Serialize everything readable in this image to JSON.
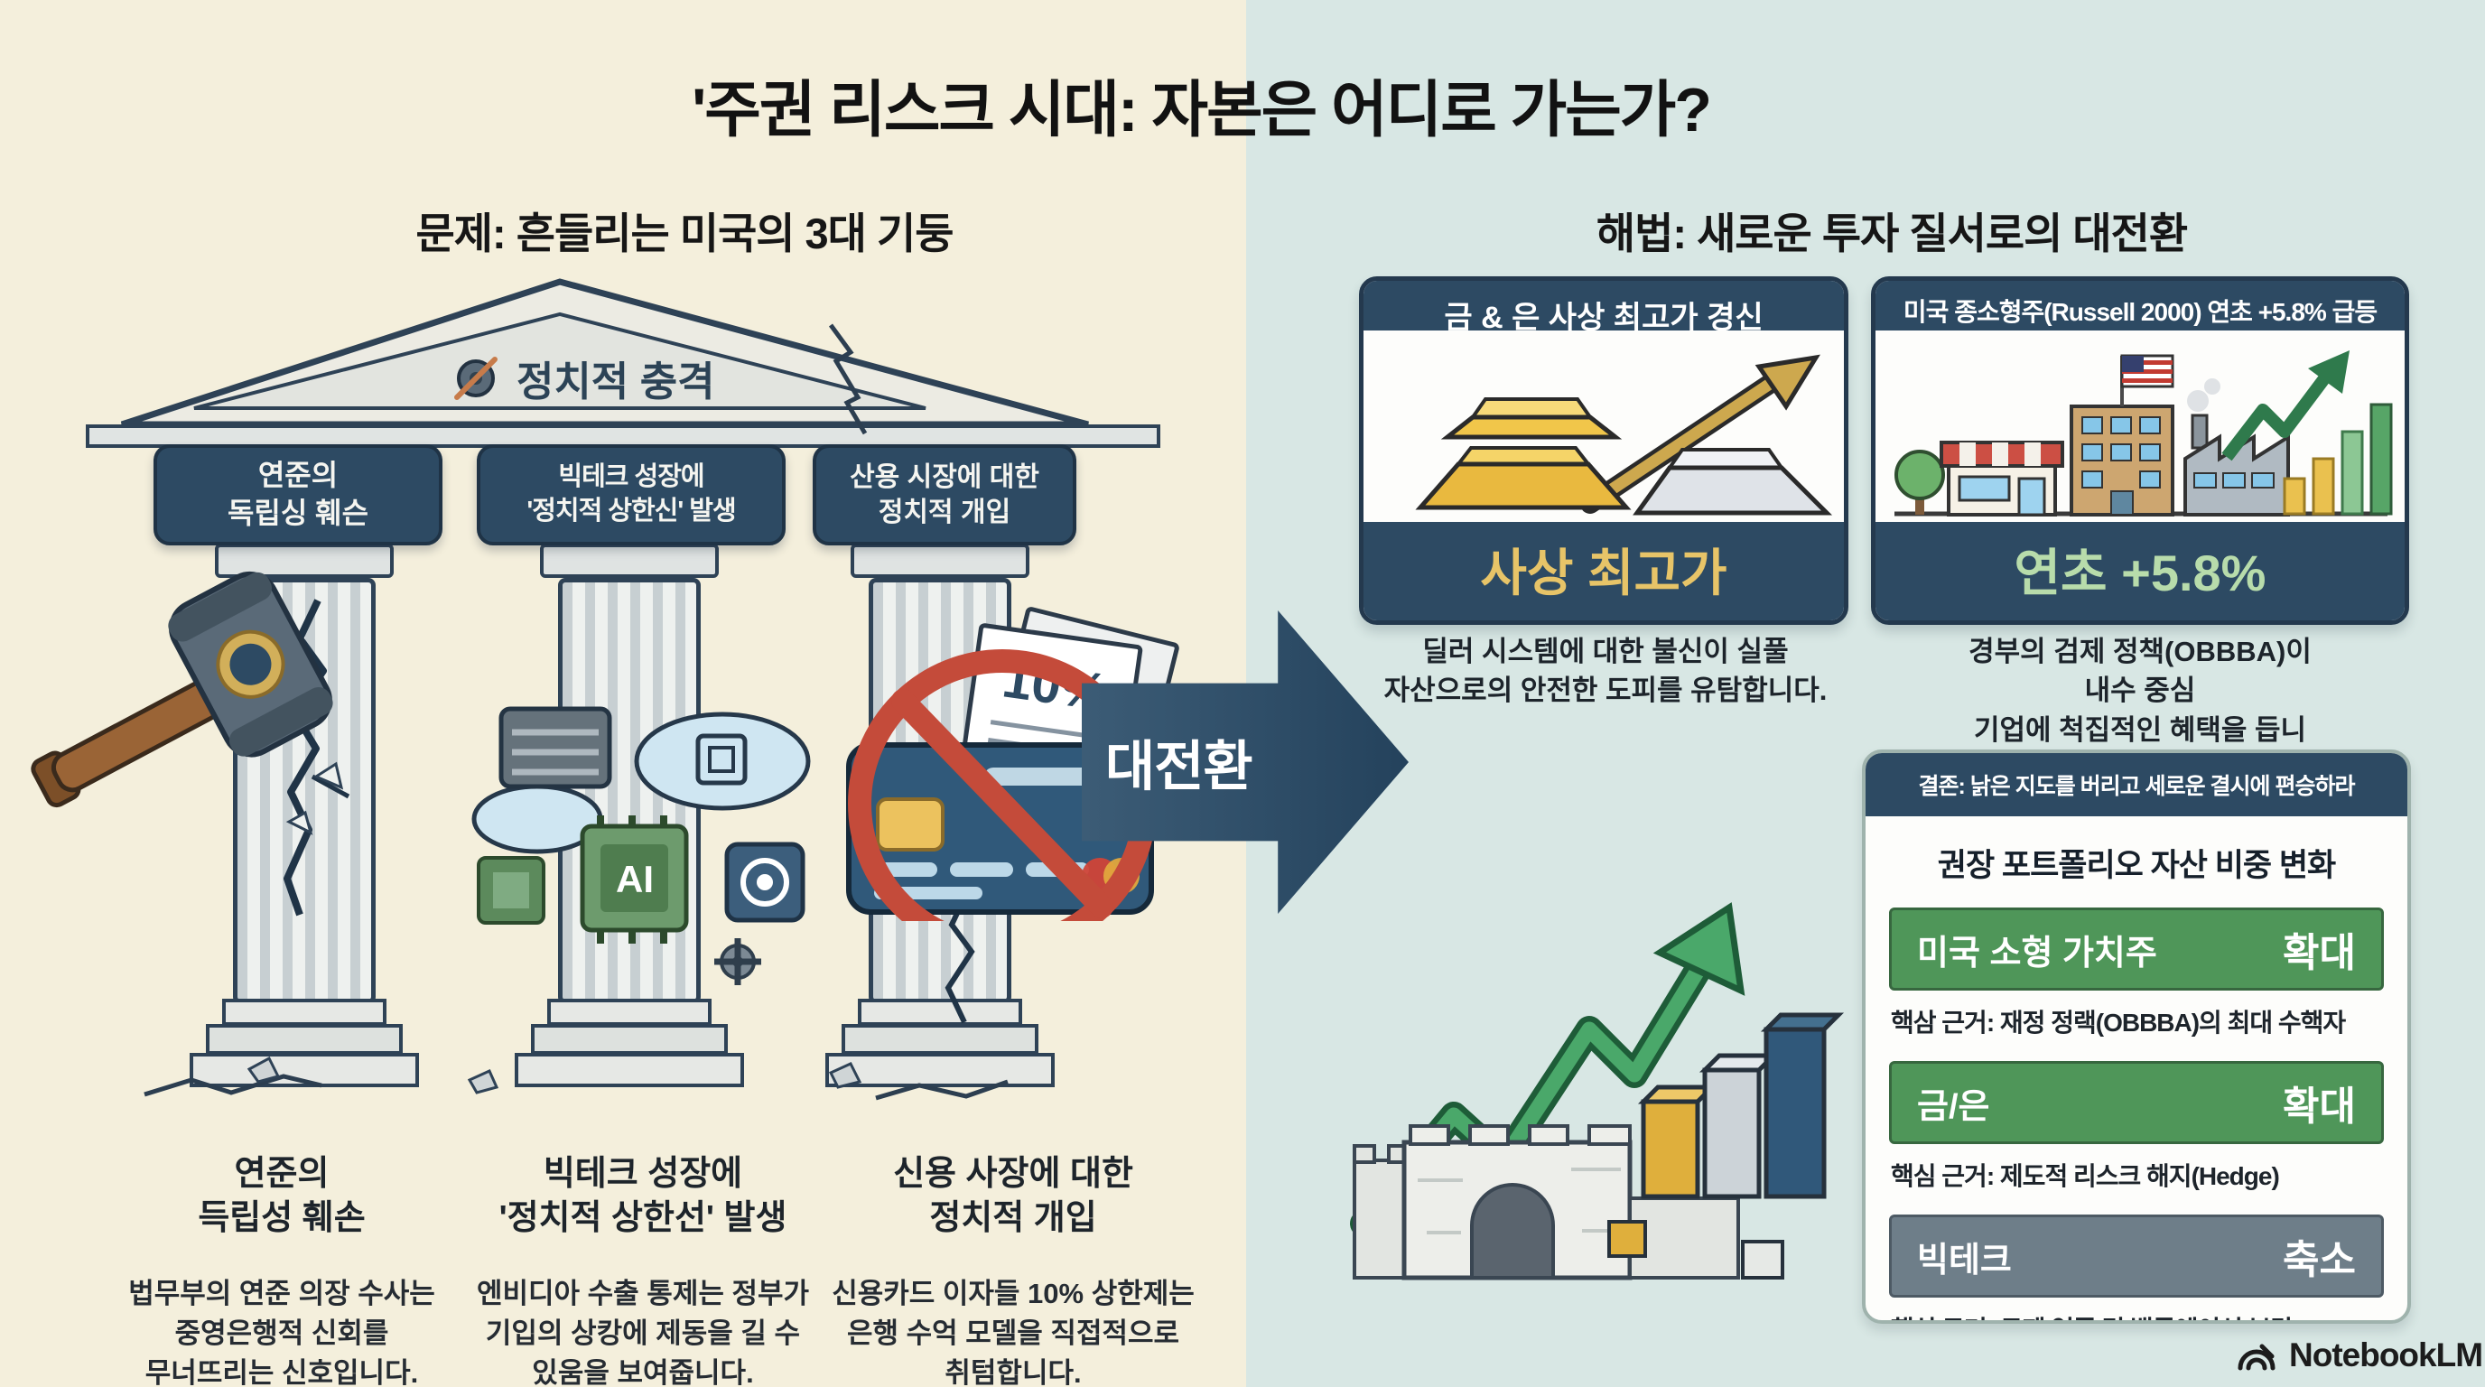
{
  "title": "'주권 리스크 시대: 자본은 어디로 가는가?",
  "left": {
    "header": "문제: 흔들리는 미국의 3대 기둥",
    "pediment_label": "정치적 충격",
    "pillar_labels": [
      "연준의\n독립싱 훼슨",
      "빅테크 성장에\n'정치적 상한신' 발생",
      "산용 시장에 대한\n정치적 개입"
    ],
    "ai_chip_label": "AI",
    "card_badge": "10%",
    "blocks": [
      {
        "heading": "연준의\n득립성 훼손",
        "body": "법무부의 연준 의장 수사는\n중영은행적 신회를\n무너뜨리는 신호입니다."
      },
      {
        "heading": "빅테크 성장에\n'정치적 상한선' 발생",
        "body": "엔비디아 수출 통제는 정부가\n기입의 상캉에 제동을 길 수\n있움을 보여줍니다."
      },
      {
        "heading": "신용 사장에 대한\n정치적 개입",
        "body": "신용카드 이자들 10% 상한제는\n은행 수억 모델을 직접적으로\n취텀합니다."
      }
    ]
  },
  "arrow": {
    "label": "대전환"
  },
  "right": {
    "header": "해법: 새로운 투자 질서로의 대전환",
    "cards": [
      {
        "header": "금 & 은 사상 최고가 경신",
        "highlight": "사상 최고가",
        "caption": "딜러 시스템에 대한 불신이 실풀\n자산으로의 안전한 도피를 유탐합니다."
      },
      {
        "header": "미국 종소형주(Russell 2000) 연초 +5.8% 급등",
        "highlight": "연초 +5.8%",
        "caption": "경부의 검제 정책(OBBBA)이 내수 중심\n기업에 척집적인 혜택을 듭니다."
      }
    ],
    "conclusion": {
      "header": "결존: 낡은 지도를 버리고 세로운 결시에 편승하라",
      "title": "권장 포트폴리오 자산 비중 변화",
      "rows": [
        {
          "asset": "미국 소형 가치주",
          "action": "확대",
          "tone": "green",
          "note": "핵삼 근거: 재정 정랙(OBBBA)의 최대 수핵자"
        },
        {
          "asset": "금/은",
          "action": "확대",
          "tone": "green",
          "note": "핵심 근거: 제도적 리스크 해지(Hedge)"
        },
        {
          "asset": "빅테크",
          "action": "축소",
          "tone": "gray",
          "note": "핵심 근거: 규제 역풍 및 밸류에이션 부담"
        }
      ]
    }
  },
  "watermark": {
    "label": "NotebookLM"
  },
  "colors": {
    "left_bg": "#f4efdc",
    "right_bg": "#d8e7e4",
    "navy": "#2d4a63",
    "green_row": "#4f9659",
    "gray_row": "#6e7e89",
    "gold_text": "#e7c468",
    "light_green_text": "#b8dcab",
    "prohibition_red": "#c44b3a",
    "growth_green": "#2f7a4c"
  }
}
